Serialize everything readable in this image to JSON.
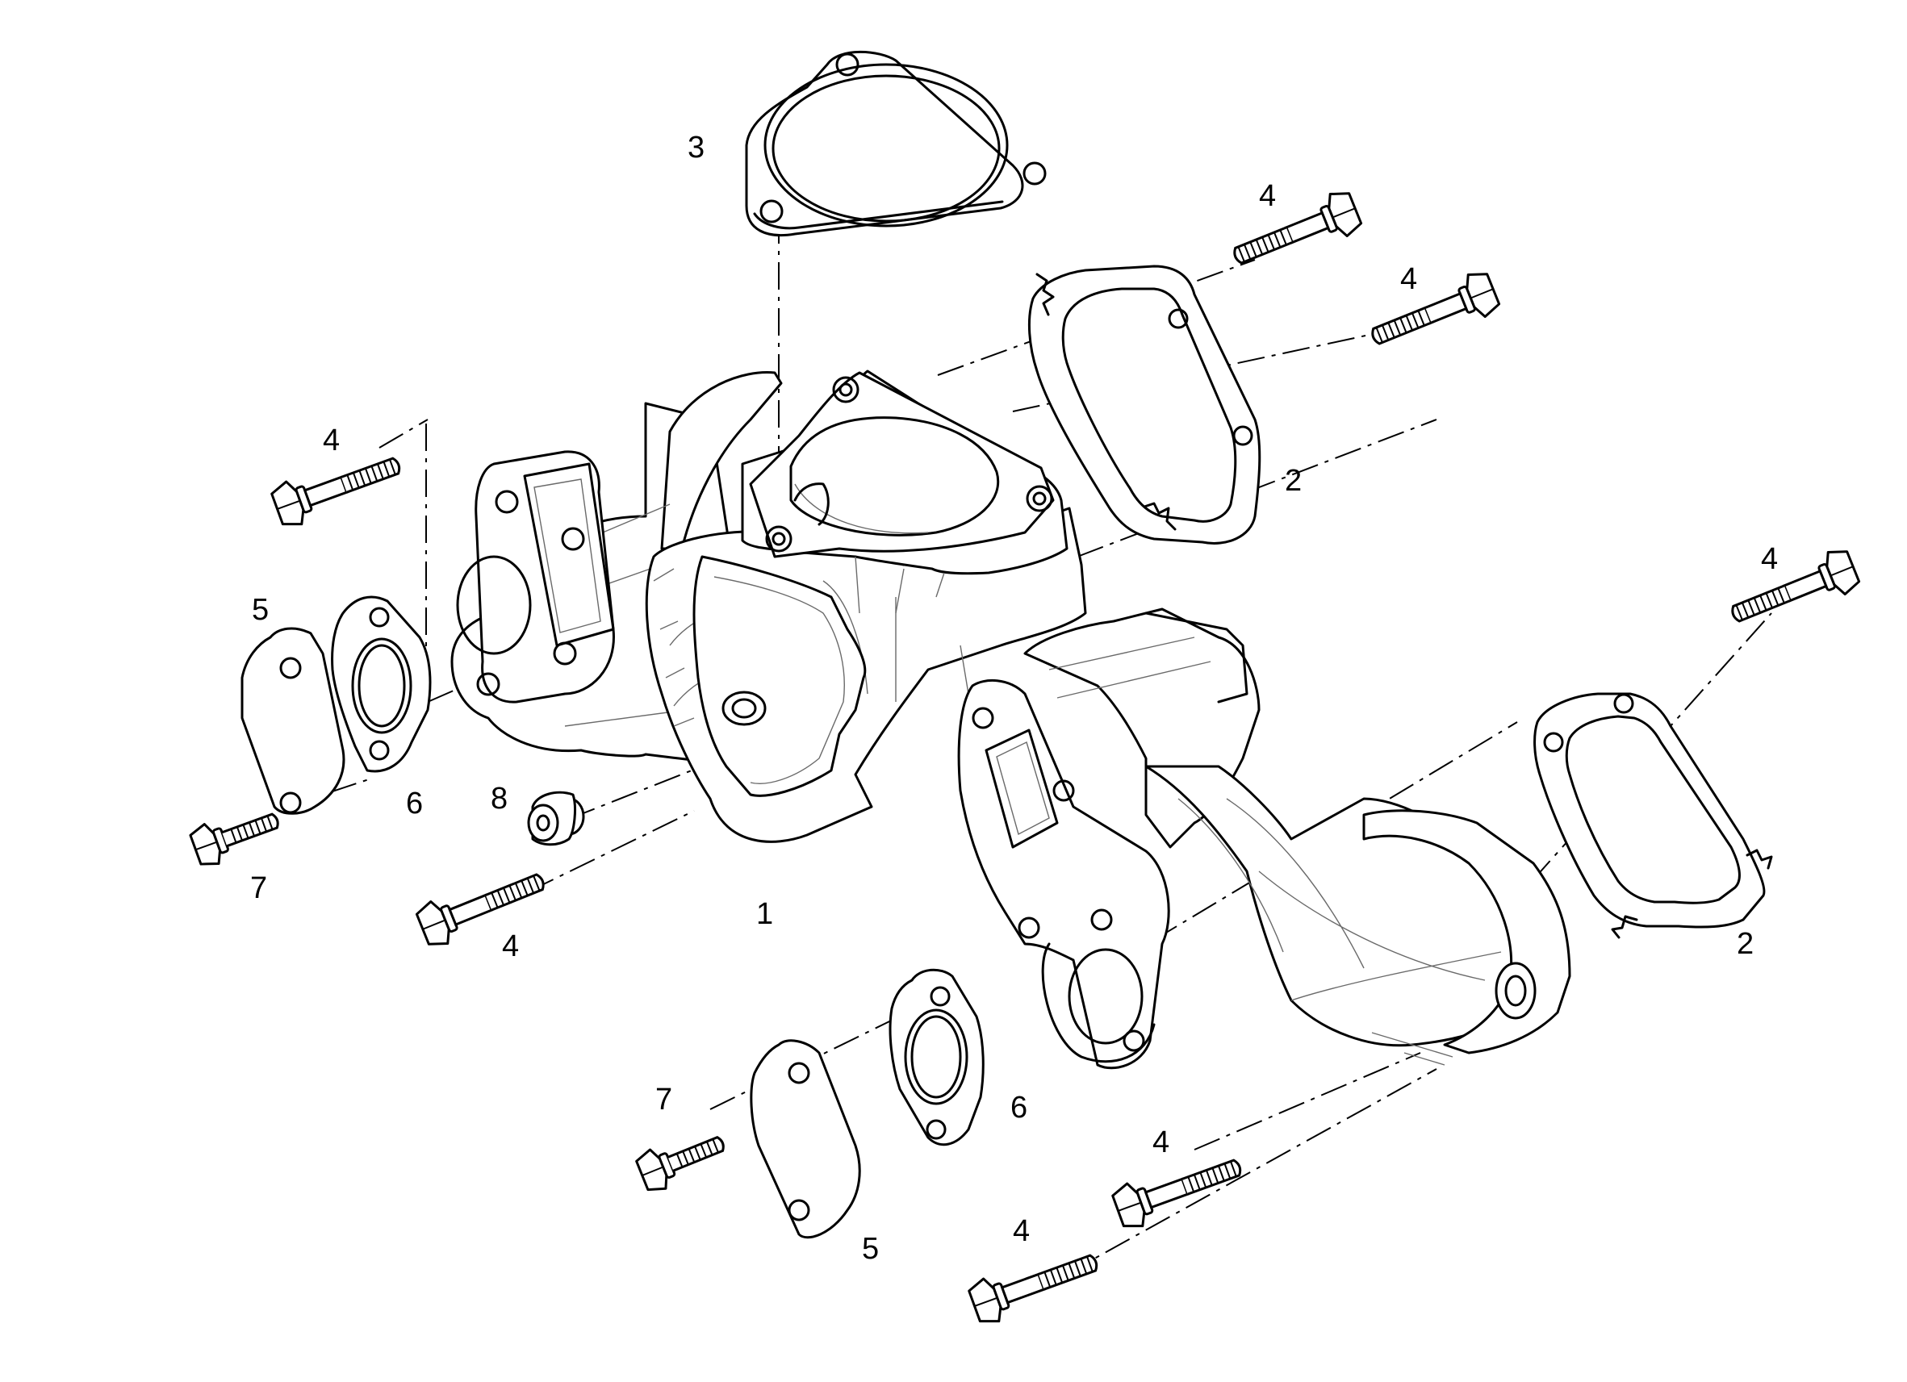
{
  "callouts": [
    {
      "id": "gasket-top",
      "label": "3"
    },
    {
      "id": "bolt-top-1",
      "label": "4"
    },
    {
      "id": "bolt-top-2",
      "label": "4"
    },
    {
      "id": "gasket-right-upper",
      "label": "2"
    },
    {
      "id": "bolt-left-upper",
      "label": "4"
    },
    {
      "id": "cover-plate-left",
      "label": "5"
    },
    {
      "id": "gasket-left",
      "label": "6"
    },
    {
      "id": "plug",
      "label": "8"
    },
    {
      "id": "screw-left",
      "label": "7"
    },
    {
      "id": "bolt-left-lower",
      "label": "4"
    },
    {
      "id": "housing",
      "label": "1"
    },
    {
      "id": "bolt-right",
      "label": "4"
    },
    {
      "id": "gasket-right-lower",
      "label": "2"
    },
    {
      "id": "screw-bottom",
      "label": "7"
    },
    {
      "id": "gasket-bottom",
      "label": "6"
    },
    {
      "id": "cover-plate-bottom",
      "label": "5"
    },
    {
      "id": "bolt-bottom-1",
      "label": "4"
    },
    {
      "id": "bolt-bottom-2",
      "label": "4"
    }
  ]
}
